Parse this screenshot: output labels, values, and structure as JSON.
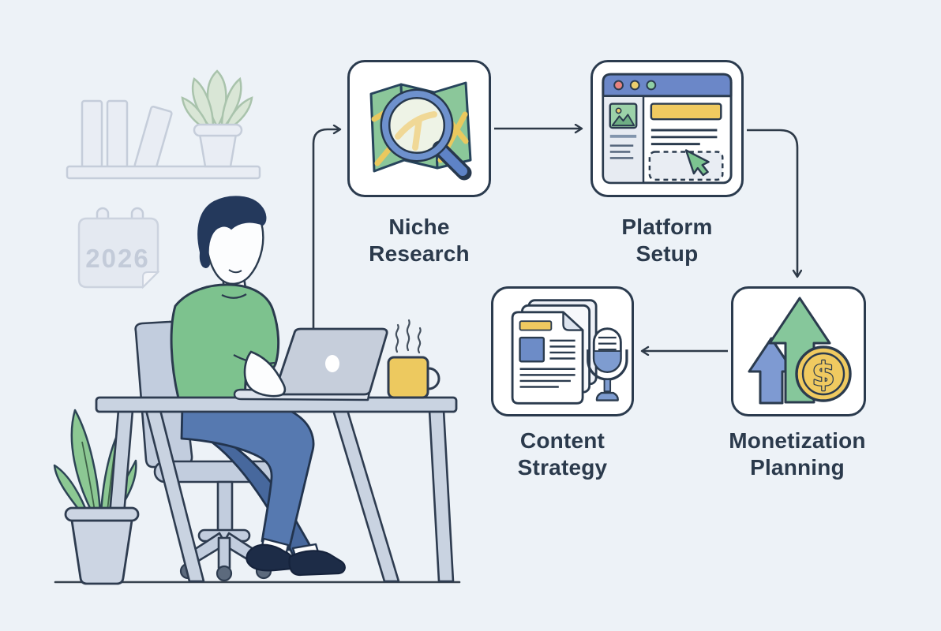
{
  "flowchart": {
    "steps": [
      {
        "label_line1": "Niche",
        "label_line2": "Research",
        "icon": "map-magnifying-glass-icon"
      },
      {
        "label_line1": "Platform",
        "label_line2": "Setup",
        "icon": "browser-window-cursor-icon"
      },
      {
        "label_line1": "Monetization",
        "label_line2": "Planning",
        "icon": "growth-arrows-dollar-coin-icon"
      },
      {
        "label_line1": "Content",
        "label_line2": "Strategy",
        "icon": "documents-microphone-icon"
      }
    ]
  },
  "scene": {
    "calendar_year": "2026",
    "coin_symbol": "$",
    "decor_icons": [
      "bookshelf-books-icon",
      "shelf-plant-icon",
      "calendar-icon",
      "person-at-laptop-illustration",
      "office-chair-icon",
      "desk-icon",
      "coffee-mug-icon",
      "floor-plant-icon"
    ]
  },
  "colors": {
    "background": "#edf2f7",
    "box_background": "#ffffff",
    "box_border": "#2b3b4e",
    "label_text": "#2b3a4c",
    "arrow": "#2e3a48",
    "green": "#86c79b",
    "blue": "#6d8cc7",
    "yellow": "#f0ca60",
    "shirt_green": "#7dc28e",
    "jeans_blue": "#5679b0"
  }
}
